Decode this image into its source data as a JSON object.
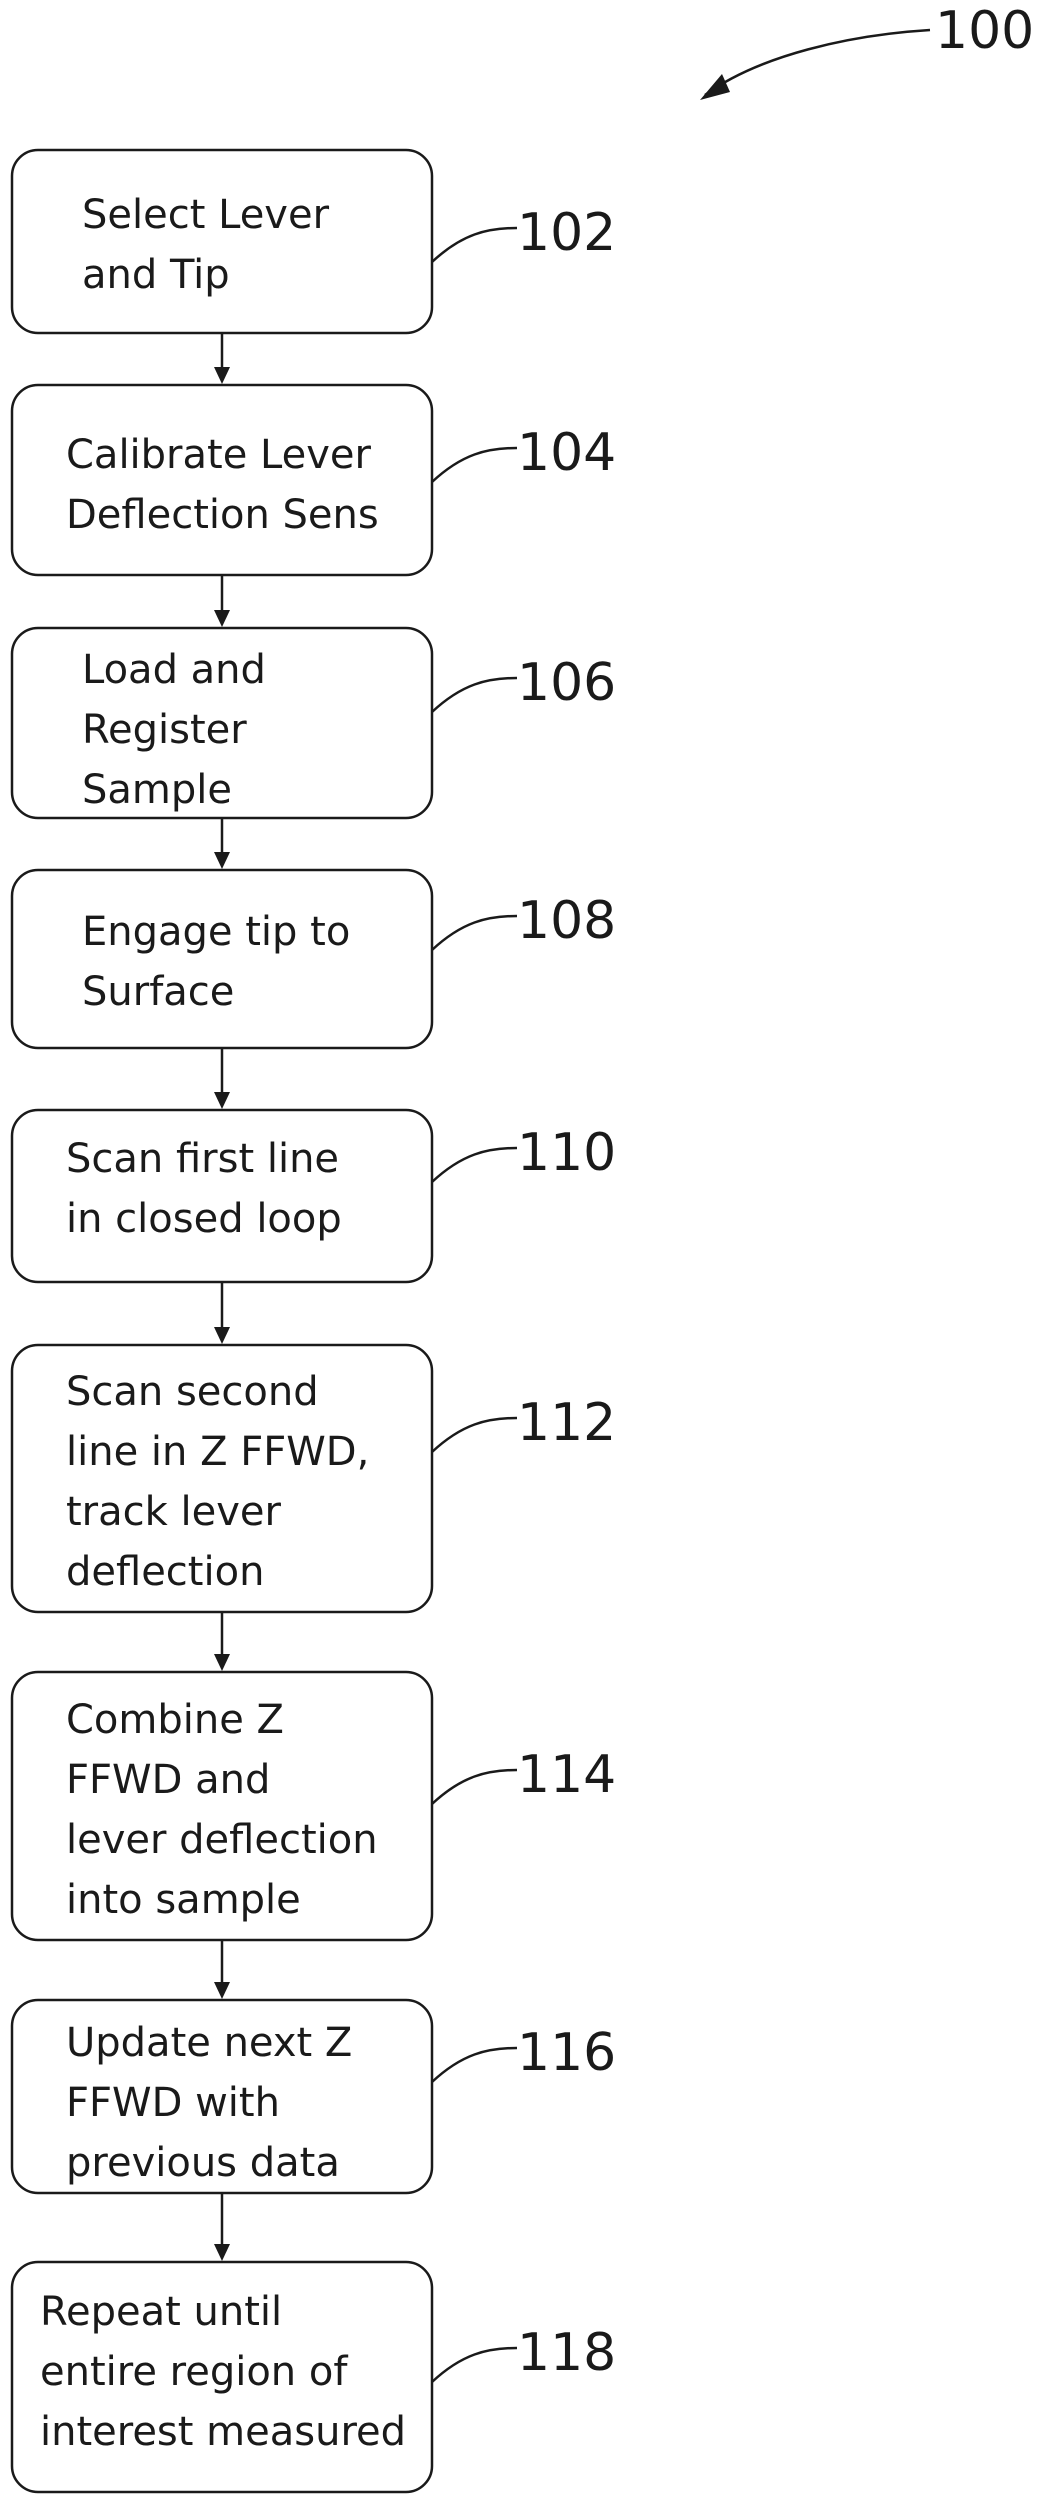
{
  "figure_ref": "100",
  "steps": [
    {
      "ref": "102",
      "lines": [
        "Select Lever",
        "and Tip"
      ]
    },
    {
      "ref": "104",
      "lines": [
        "Calibrate Lever",
        "Deflection Sens"
      ]
    },
    {
      "ref": "106",
      "lines": [
        "Load and",
        "Register",
        "Sample"
      ]
    },
    {
      "ref": "108",
      "lines": [
        "Engage tip to",
        "Surface"
      ]
    },
    {
      "ref": "110",
      "lines": [
        "Scan first line",
        "in closed loop"
      ]
    },
    {
      "ref": "112",
      "lines": [
        "Scan second",
        "line in Z FFWD,",
        "track lever",
        "deflection"
      ]
    },
    {
      "ref": "114",
      "lines": [
        "Combine Z",
        "FFWD and",
        "lever deflection",
        "into sample"
      ]
    },
    {
      "ref": "116",
      "lines": [
        "Update next Z",
        "FFWD with",
        "previous data"
      ]
    },
    {
      "ref": "118",
      "lines": [
        "Repeat until",
        "entire region of",
        "interest measured"
      ]
    }
  ]
}
